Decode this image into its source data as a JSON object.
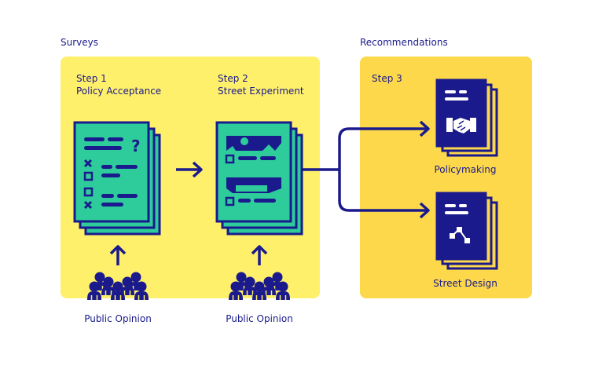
{
  "sections": {
    "surveys": "Surveys",
    "recommendations": "Recommendations"
  },
  "steps": {
    "step1": {
      "title": "Step 1",
      "subtitle": "Policy Acceptance"
    },
    "step2": {
      "title": "Step 2",
      "subtitle": "Street Experiment"
    },
    "step3": {
      "title": "Step 3"
    }
  },
  "inputs": {
    "left": "Public Opinion",
    "right": "Public Opinion"
  },
  "outputs": {
    "policymaking": "Policymaking",
    "street_design": "Street Design"
  },
  "colors": {
    "navy": "#1a1a8c",
    "teal": "#2ecc9b",
    "surveys_panel": "#fff06b",
    "recommendations_panel": "#fcd84a"
  }
}
